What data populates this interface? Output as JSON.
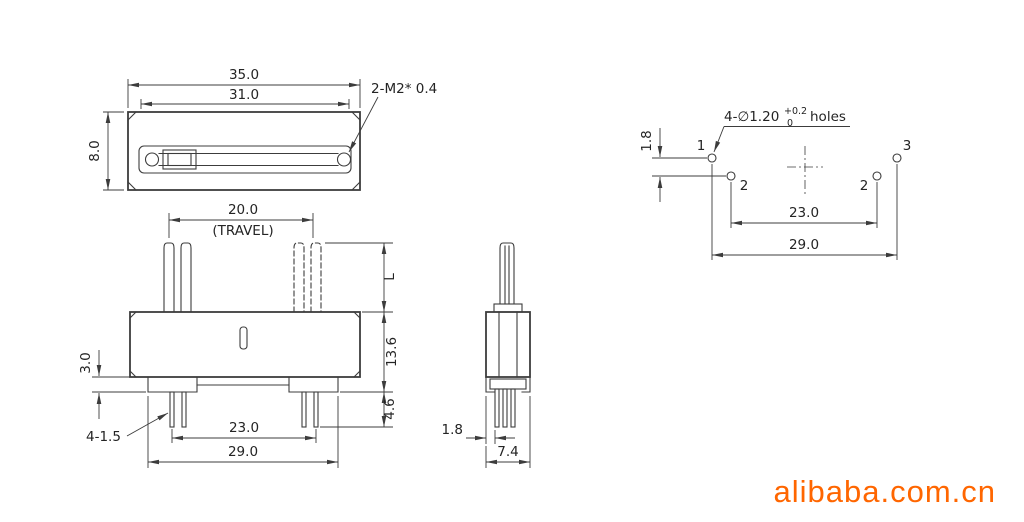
{
  "meta": {
    "background": "#ffffff",
    "line_color": "#3c3c3c"
  },
  "watermark": {
    "text": "alibaba.com.cn",
    "color": "#ff6600"
  },
  "top_view": {
    "dim_outer_width": "35.0",
    "dim_inner_width": "31.0",
    "dim_height": "8.0",
    "thread_note": "2-M2* 0.4"
  },
  "hole_pattern": {
    "note_main": "4-∅1.20",
    "note_tol_upper": "+0.2",
    "note_tol_lower": "0",
    "note_suffix": "holes",
    "dim_row_offset": "1.8",
    "label_pin1": "1",
    "label_pin2_left": "2",
    "label_pin2_right": "2",
    "label_pin3": "3",
    "dim_inner_span": "23.0",
    "dim_outer_span": "29.0"
  },
  "front_view": {
    "dim_travel": "20.0",
    "travel_caption": "(TRAVEL)",
    "dim_lever_height": "L",
    "dim_body_height": "13.6",
    "dim_pin_length": "4.6",
    "dim_bracket_depth": "3.0",
    "pin_note": "4-1.5",
    "dim_pin_span_inner": "23.0",
    "dim_mount_span": "29.0"
  },
  "side_view": {
    "dim_pin_offset": "1.8",
    "dim_depth": "7.4"
  }
}
